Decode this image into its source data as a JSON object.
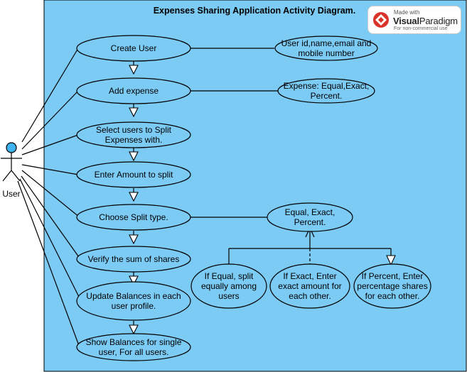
{
  "title": "Expenses Sharing Application Activity Diagram.",
  "actor": {
    "label": "User"
  },
  "use_cases": {
    "create_user": [
      "Create User"
    ],
    "add_expense": [
      "Add expense"
    ],
    "select_users": [
      "Select users to Split",
      "Expenses with."
    ],
    "enter_amount": [
      "Enter Amount to split"
    ],
    "choose_split": [
      "Choose Split type."
    ],
    "verify_sum": [
      "Verify the sum of shares"
    ],
    "update_balances": [
      "Update Balances in each",
      "user profile."
    ],
    "show_balances": [
      "Show Balances for single",
      "user, For all users."
    ],
    "user_details": [
      "User id,name,email and",
      "mobile number"
    ],
    "expense_types": [
      "Expense: Equal,Exact,",
      "Percent."
    ],
    "split_types": [
      "Equal, Exact,",
      "Percent."
    ],
    "if_equal": [
      "If Equal, split",
      "equally among",
      "users"
    ],
    "if_exact": [
      "If Exact, Enter",
      "exact amount for",
      "each other."
    ],
    "if_percent": [
      "If Percent, Enter",
      "percentage shares",
      "for each other."
    ]
  },
  "watermark": {
    "made_with": "Made with",
    "brand_a": "Visual",
    "brand_b": "Paradigm",
    "note": "For non-commercial use"
  },
  "colors": {
    "background": "#7ccbf5",
    "actor_head": "#3fb2ef",
    "logo_red": "#d9342b"
  }
}
